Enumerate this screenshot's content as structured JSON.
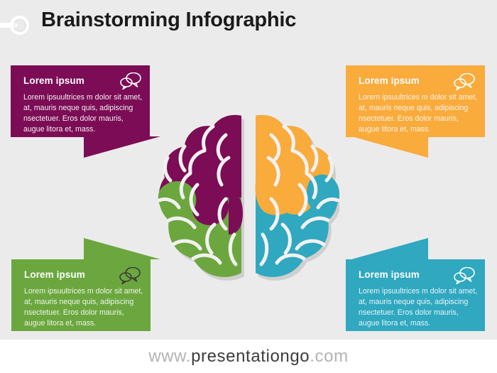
{
  "header": {
    "title": "Brainstorming Infographic",
    "decoration_icon": "ring-bar-decoration"
  },
  "colors": {
    "background": "#ecebeb",
    "purple": "#7b0c55",
    "orange": "#f9ab3c",
    "green": "#6ba73e",
    "teal": "#2fa8c0",
    "title_text": "#1a1a1a",
    "footer_dim": "#b3b3b3",
    "footer_strong": "#3c3c3c"
  },
  "callouts": [
    {
      "id": "top-left",
      "color": "#7b0c55",
      "heading": "Lorem ipsum",
      "text": "Lorem ipsuultrices m dolor sit amet, at, mauris neque quis, adipiscing nsectetuer. Eros dolor mauris, augue litora et, mass.",
      "icon": "speech-bubbles-icon"
    },
    {
      "id": "top-right",
      "color": "#f9ab3c",
      "heading": "Lorem ipsum",
      "text": "Lorem ipsuultrices m dolor sit amet, at, mauris neque quis, adipiscing nsectetuer. Eros dolor mauris, augue litora et, mass.",
      "icon": "speech-bubbles-icon"
    },
    {
      "id": "bottom-left",
      "color": "#6ba73e",
      "heading": "Lorem ipsum",
      "text": "Lorem ipsuultrices m dolor sit amet, at, mauris neque quis, adipiscing nsectetuer. Eros dolor mauris, augue litora et, mass.",
      "icon": "speech-bubbles-icon"
    },
    {
      "id": "bottom-right",
      "color": "#2fa8c0",
      "heading": "Lorem ipsum",
      "text": "Lorem ipsuultrices m dolor sit amet, at, mauris neque quis, adipiscing nsectetuer. Eros dolor mauris, augue litora et, mass.",
      "icon": "speech-bubbles-icon"
    }
  ],
  "brain": {
    "icon": "brain-top-view-icon",
    "quadrants": [
      {
        "position": "top-left",
        "color": "#7b0c55"
      },
      {
        "position": "top-right",
        "color": "#f9ab3c"
      },
      {
        "position": "bottom-left",
        "color": "#6ba73e"
      },
      {
        "position": "bottom-right",
        "color": "#2fa8c0"
      }
    ]
  },
  "footer": {
    "prefix": "www.",
    "name": "presentationgo",
    "suffix": ".com"
  }
}
